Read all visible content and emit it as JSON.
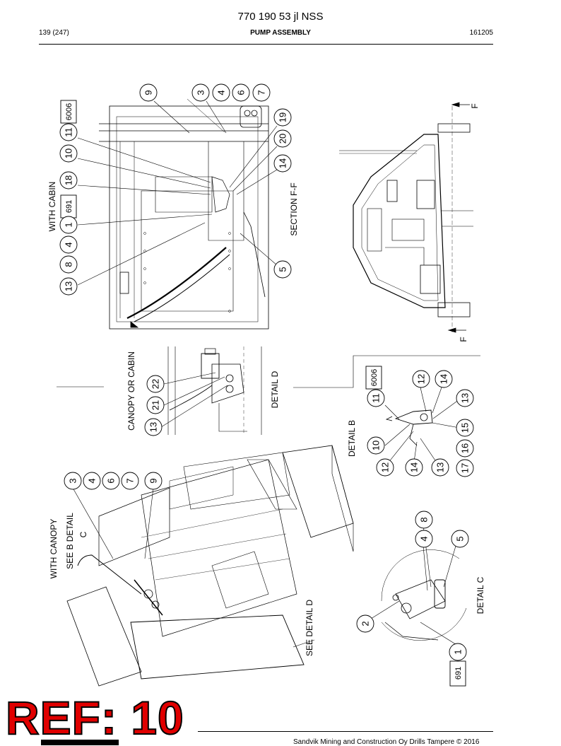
{
  "header": {
    "doc_number": "770 190 53 jl NSS",
    "page_ref": "139 (247)",
    "section": "PUMP ASSEMBLY",
    "date_code": "161205"
  },
  "views": {
    "with_cabin": "WITH CABIN",
    "section_ff": "SECTION F-F",
    "section_f_marker": "F",
    "canopy_or_cabin": "CANOPY OR CABIN",
    "detail_d": "DETAIL D",
    "detail_b": "DETAIL B",
    "with_canopy": "WITH CANOPY",
    "see_b_detail": "SEE B DETAIL",
    "see_c": "C",
    "see_detail_d": "SEE DETAIL D",
    "detail_c": "DETAIL C"
  },
  "callouts": {
    "c1": "9",
    "c2": "3",
    "c3": "4",
    "c4": "6",
    "c5": "7",
    "c6": "19",
    "c7": "20",
    "c8": "14",
    "c9": "5",
    "c10": "6006",
    "c11": "11",
    "c12": "10",
    "c13": "18",
    "c14": "691",
    "c15": "1",
    "c16": "4",
    "c17": "8",
    "c18": "13",
    "c19": "22",
    "c20": "21",
    "c21": "13",
    "c22": "6006",
    "c23": "11",
    "c24": "12",
    "c25": "14",
    "c26": "13",
    "c27": "15",
    "c28": "16",
    "c29": "17",
    "c30": "10",
    "c31": "12",
    "c32": "14",
    "c33": "13",
    "c34": "3",
    "c35": "4",
    "c36": "6",
    "c37": "7",
    "c38": "9",
    "c39": "8",
    "c40": "4",
    "c41": "5",
    "c42": "2",
    "c43": "1",
    "c44": "691"
  },
  "stamp": "REF: 10",
  "footer": "Sandvik Mining and Construction Oy Drills Tampere © 2016"
}
